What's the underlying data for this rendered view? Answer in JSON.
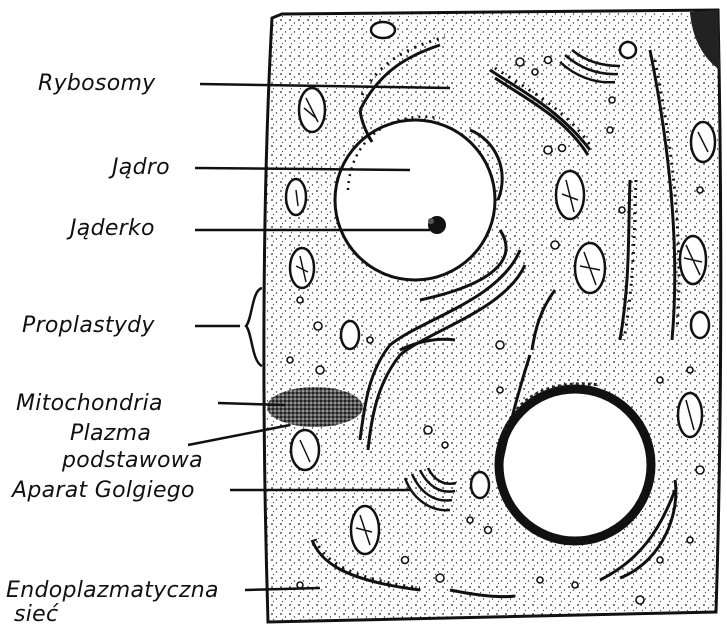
{
  "diagram": {
    "labels": {
      "rybosomy": "Rybosomy",
      "jadro": "Jądro",
      "jaderko": "Jąderko",
      "proplastydy": "Proplastydy",
      "mitochondria": "Mitochondria",
      "plazma_line1": "Plazma",
      "plazma_line2": "podstawowa",
      "golgi": "Aparat Golgiego",
      "er_line1": "Endoplazmatyczna",
      "er_line2": "sieć"
    }
  }
}
